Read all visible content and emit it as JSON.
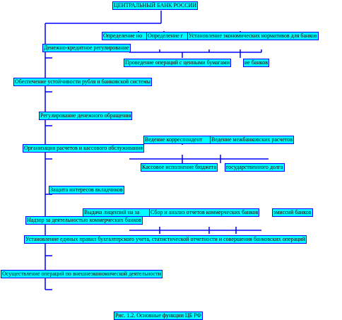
{
  "title": "ЦЕНТРАЛЬНЫЙ БАНК РОССИИ",
  "functions": {
    "sub_1a": "Определение но",
    "sub_1b": "Определение г",
    "sub_1c": "Установление экономических нормативов для банков",
    "f1": "Денежно-кредитное регулирование",
    "sub_1d": "Проведение операций с ценными бумагами",
    "sub_1e": "ие банков",
    "f2": "Обеспечение устойчивости рубля и банковской системы",
    "f3": "Регулирование денежного обращения",
    "sub_4a": "Ведение корреспондент",
    "sub_4b": "Ведение межбанковских расчетов",
    "f4": "Организация расчетов и кассового обслуживания",
    "sub_4c": "Кассовое исполнение бюджета",
    "sub_4d": "государственного долга",
    "f5": "Защита интересов вкладчиков",
    "sub_6a": "Выдача лицензий на за",
    "sub_6b": "Сбор и анализ отчетов коммерческих банков",
    "sub_6c": "эмиссий банков",
    "f6": "Надзор за деятельностью коммерческих банков",
    "f7": "Установление единых правил бухгалтерского учета, статистической отчетности и совершения банковских операций",
    "f8": "Осуществление операций по внешнеэкономической деятельности"
  },
  "caption": "Рис. 1.2. Основные функции ЦБ РФ",
  "colors": {
    "box_fill": "#00ffff",
    "box_border": "#0000ff",
    "line": "#0000ff"
  }
}
